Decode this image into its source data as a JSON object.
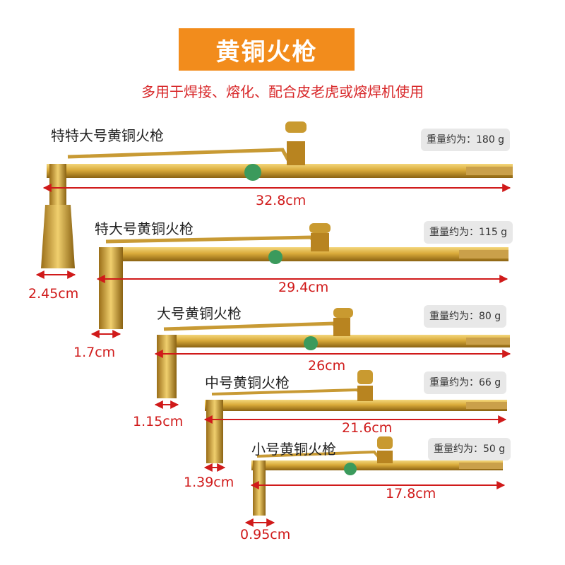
{
  "title": "黄铜火枪",
  "subtitle": "多用于焊接、熔化、配合皮老虎或熔焊机使用",
  "colors": {
    "title_bg": "#f28c1c",
    "subtitle": "#d8282a",
    "dimension": "#d01a1a",
    "brass": "#d9aa3a",
    "weight_bg": "#e8e8e8"
  },
  "products": [
    {
      "name": "特特大号黄铜火枪",
      "weight": "重量约为：180 g",
      "length": "32.8cm",
      "nozzle": "2.45cm"
    },
    {
      "name": "特大号黄铜火枪",
      "weight": "重量约为：115 g",
      "length": "29.4cm",
      "nozzle": "1.7cm"
    },
    {
      "name": "大号黄铜火枪",
      "weight": "重量约为：80 g",
      "length": "26cm",
      "nozzle": "1.15cm"
    },
    {
      "name": "中号黄铜火枪",
      "weight": "重量约为：66 g",
      "length": "21.6cm",
      "nozzle": "1.39cm"
    },
    {
      "name": "小号黄铜火枪",
      "weight": "重量约为：50 g",
      "length": "17.8cm",
      "nozzle": "0.95cm"
    }
  ]
}
